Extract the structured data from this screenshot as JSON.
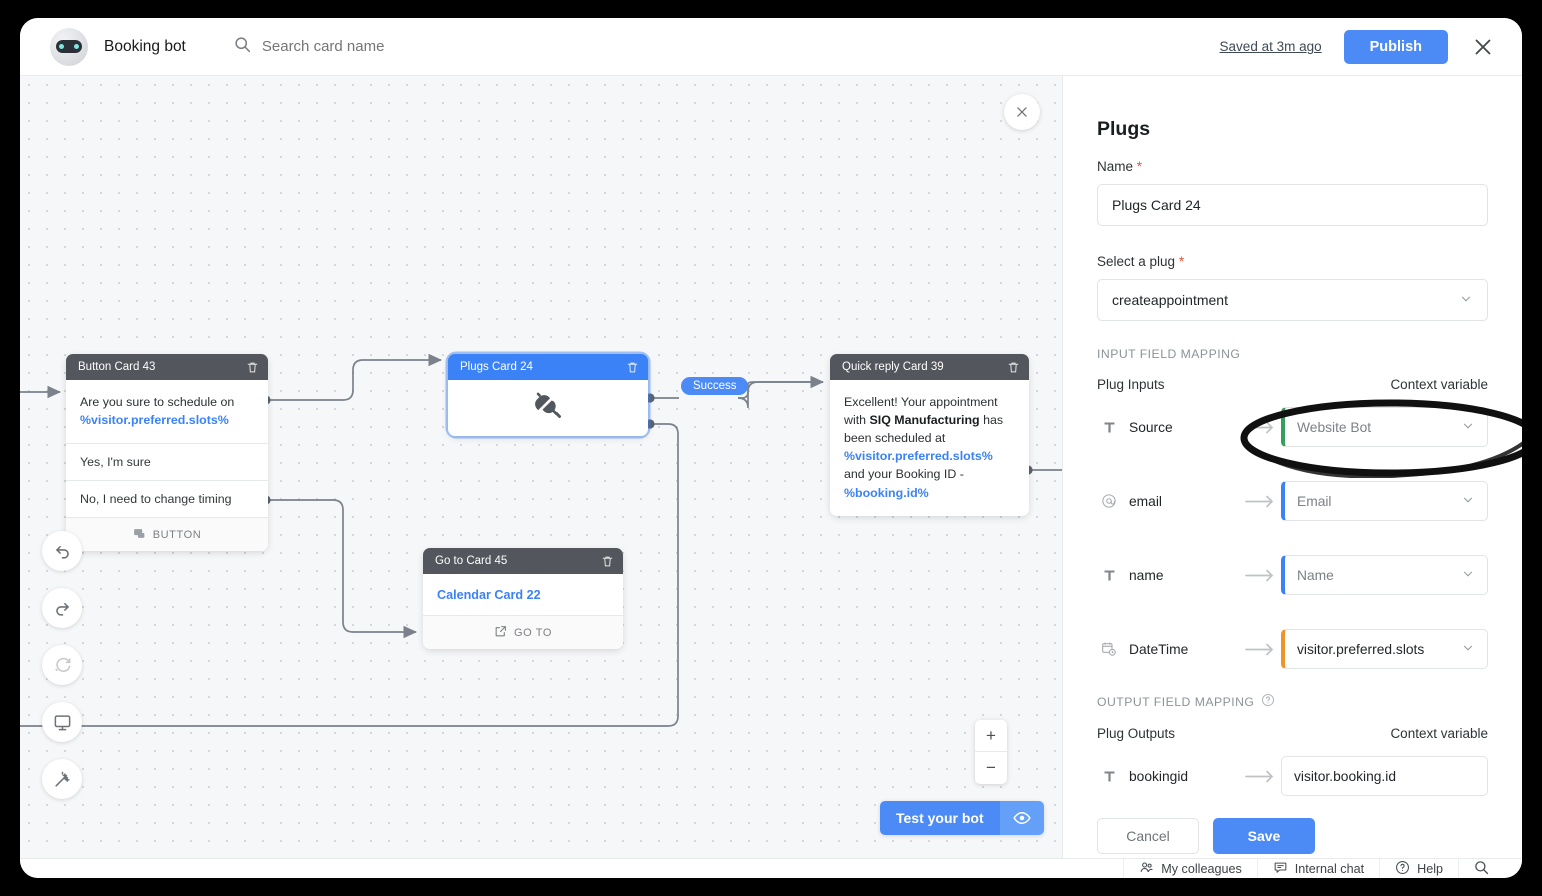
{
  "topbar": {
    "bot_name": "Booking bot",
    "search_placeholder": "Search card name",
    "saved_label": "Saved at 3m ago",
    "publish_label": "Publish"
  },
  "canvas": {
    "success_label": "Success",
    "test_bot_label": "Test your bot",
    "zoom_in": "+",
    "zoom_out": "−",
    "cards": [
      {
        "id": "button-card",
        "title": "Button Card 43",
        "message_prefix": "Are you sure to schedule on ",
        "message_var": "%visitor.preferred.slots%",
        "options": [
          "Yes, I'm sure",
          "No, I need to change timing"
        ],
        "footer": "BUTTON"
      },
      {
        "id": "plugs-card",
        "title": "Plugs Card 24",
        "icon": "plug-icon"
      },
      {
        "id": "quick-reply-card",
        "title": "Quick reply Card 39",
        "text_1": "Excellent! Your appointment with ",
        "text_bold": "SIQ Manufacturing",
        "text_2": " has been scheduled at ",
        "text_var_1": "%visitor.preferred.slots%",
        "text_3": " and your Booking ID - ",
        "text_var_2": "%booking.id%"
      },
      {
        "id": "go-to-card",
        "title": "Go to Card 45",
        "link": "Calendar Card 22",
        "footer": "GO TO"
      }
    ],
    "tools": [
      {
        "name": "undo-icon",
        "disabled": false
      },
      {
        "name": "redo-icon",
        "disabled": false
      },
      {
        "name": "reset-icon",
        "disabled": true
      },
      {
        "name": "preview-monitor-icon",
        "disabled": false
      },
      {
        "name": "magic-wand-icon",
        "disabled": false
      }
    ]
  },
  "panel": {
    "title": "Plugs",
    "name_label": "Name",
    "name_value": "Plugs Card 24",
    "plug_label": "Select a plug",
    "plug_value": "createappointment",
    "input_section": "INPUT FIELD MAPPING",
    "input_col_left": "Plug Inputs",
    "input_col_right": "Context variable",
    "input_rows": [
      {
        "icon": "text-type-icon",
        "name": "Source",
        "value": "Website Bot",
        "accent": "#35a05e",
        "muted": true
      },
      {
        "icon": "email-at-icon",
        "name": "email",
        "value": "Email",
        "accent": "#3b82f6",
        "muted": true
      },
      {
        "icon": "text-type-icon",
        "name": "name",
        "value": "Name",
        "accent": "#3b82f6",
        "muted": true
      },
      {
        "icon": "datetime-icon",
        "name": "DateTime",
        "value": "visitor.preferred.slots",
        "accent": "#f0932b",
        "muted": false
      }
    ],
    "output_section": "OUTPUT FIELD MAPPING",
    "output_col_left": "Plug Outputs",
    "output_col_right": "Context variable",
    "output_rows": [
      {
        "icon": "text-type-icon",
        "name": "bookingid",
        "value": "visitor.booking.id"
      }
    ],
    "cancel_label": "Cancel",
    "save_label": "Save"
  },
  "bottombar": {
    "items": [
      {
        "icon": "people-icon",
        "label": "My colleagues"
      },
      {
        "icon": "chat-icon",
        "label": "Internal chat"
      },
      {
        "icon": "help-icon",
        "label": "Help"
      },
      {
        "icon": "search-icon",
        "label": ""
      }
    ]
  },
  "colors": {
    "accent_blue": "#4c8bf5",
    "card_blue": "#3b82f6",
    "card_grey": "#53565c",
    "required_red": "#e8543a"
  }
}
